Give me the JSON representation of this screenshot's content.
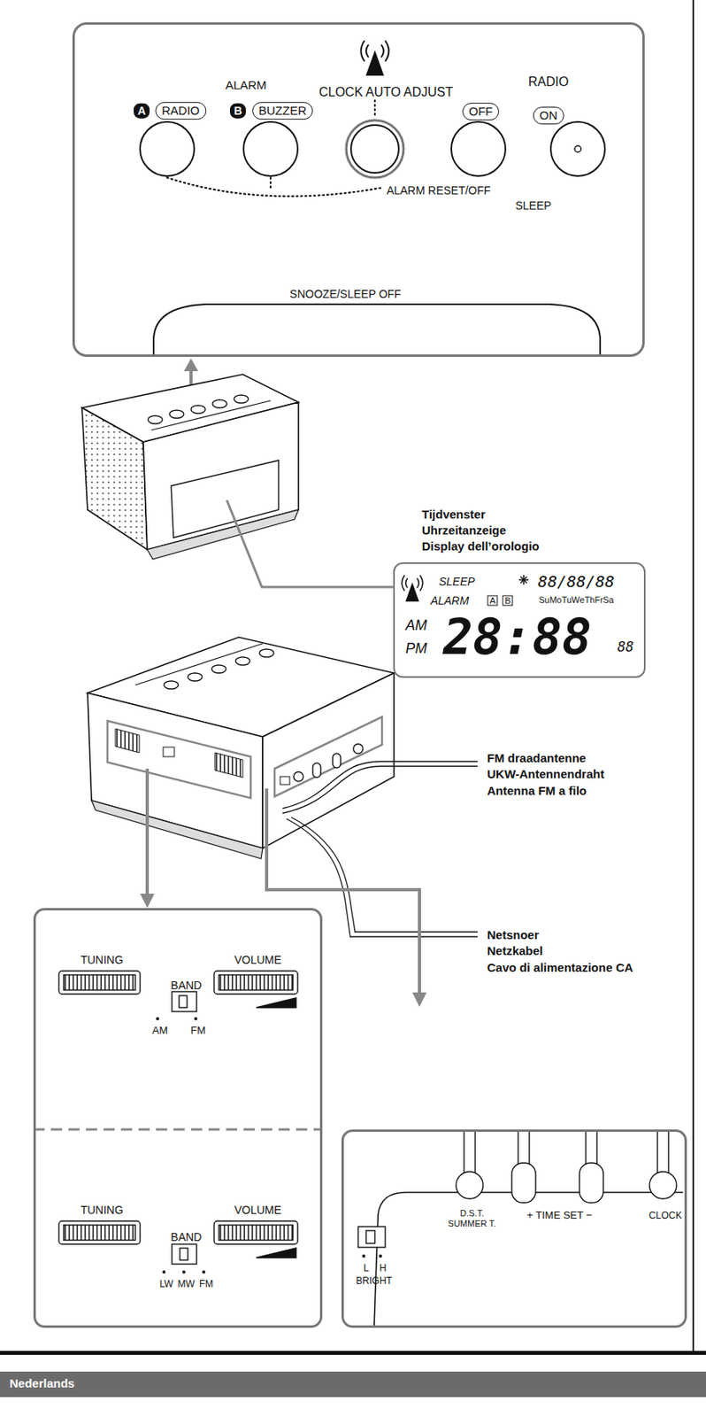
{
  "diagram": {
    "nodes": [
      {
        "text": [
          "ALARM",
          "A",
          "RADIO",
          "B",
          "BUZZER",
          "CLOCK AUTO ADJUST",
          "OFF",
          "RADIO",
          "ON",
          "ALARM RESET/OFF",
          "SLEEP",
          "SNOOZE/SLEEP OFF"
        ]
      },
      {
        "text": [
          "SLEEP",
          "ALARM",
          "A",
          "B",
          "88/88/88",
          "SuMoTuWeThFrSa",
          "AM",
          "PM",
          "28:88",
          "88"
        ]
      },
      {
        "text": [
          "TUNING",
          "BAND",
          "VOLUME",
          "AM",
          "FM",
          "TUNING",
          "BAND",
          "VOLUME",
          "LW",
          "MW",
          "FM"
        ]
      },
      {
        "text": [
          "L",
          "H",
          "BRIGHT",
          "D.S.T.",
          "SUMMER T.",
          "+ TIME SET −",
          "CLOCK"
        ]
      },
      {
        "text": [
          "Nederlands"
        ]
      }
    ],
    "labels": [
      "Tijdvenster",
      "Uhrzeitanzeige",
      "Display dell’orologio",
      "FM draadantenne",
      "UKW-Antennendraht",
      "Antenna FM a filo",
      "Netsnoer",
      "Netzkabel",
      "Cavo di alimentazione CA"
    ]
  }
}
